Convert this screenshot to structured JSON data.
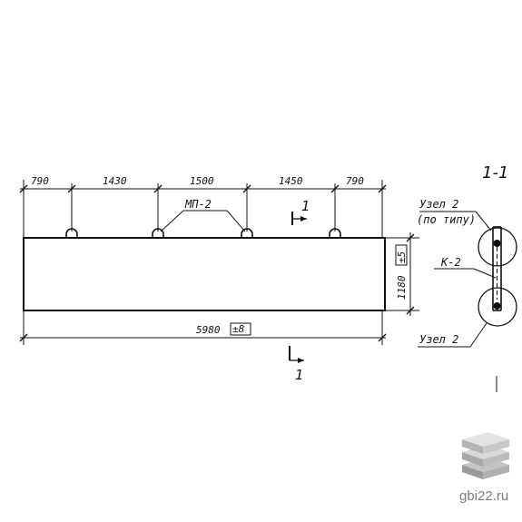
{
  "dimensions": {
    "top": [
      "790",
      "1430",
      "1500",
      "1450",
      "790"
    ],
    "overall_length": "5980",
    "overall_tolerance": "±8",
    "height": "1180",
    "height_tolerance": "±5"
  },
  "labels": {
    "lifting_loop": "МП-2",
    "section_mark": "1",
    "section_title": "1-1",
    "node_top": "Узел 2",
    "node_top_note": "(по типу)",
    "frame": "К-2",
    "node_bottom": "Узел 2"
  },
  "watermark": {
    "text": "gbi22.ru"
  },
  "colors": {
    "ink": "#111111",
    "watermark": "#7a7a7a"
  }
}
